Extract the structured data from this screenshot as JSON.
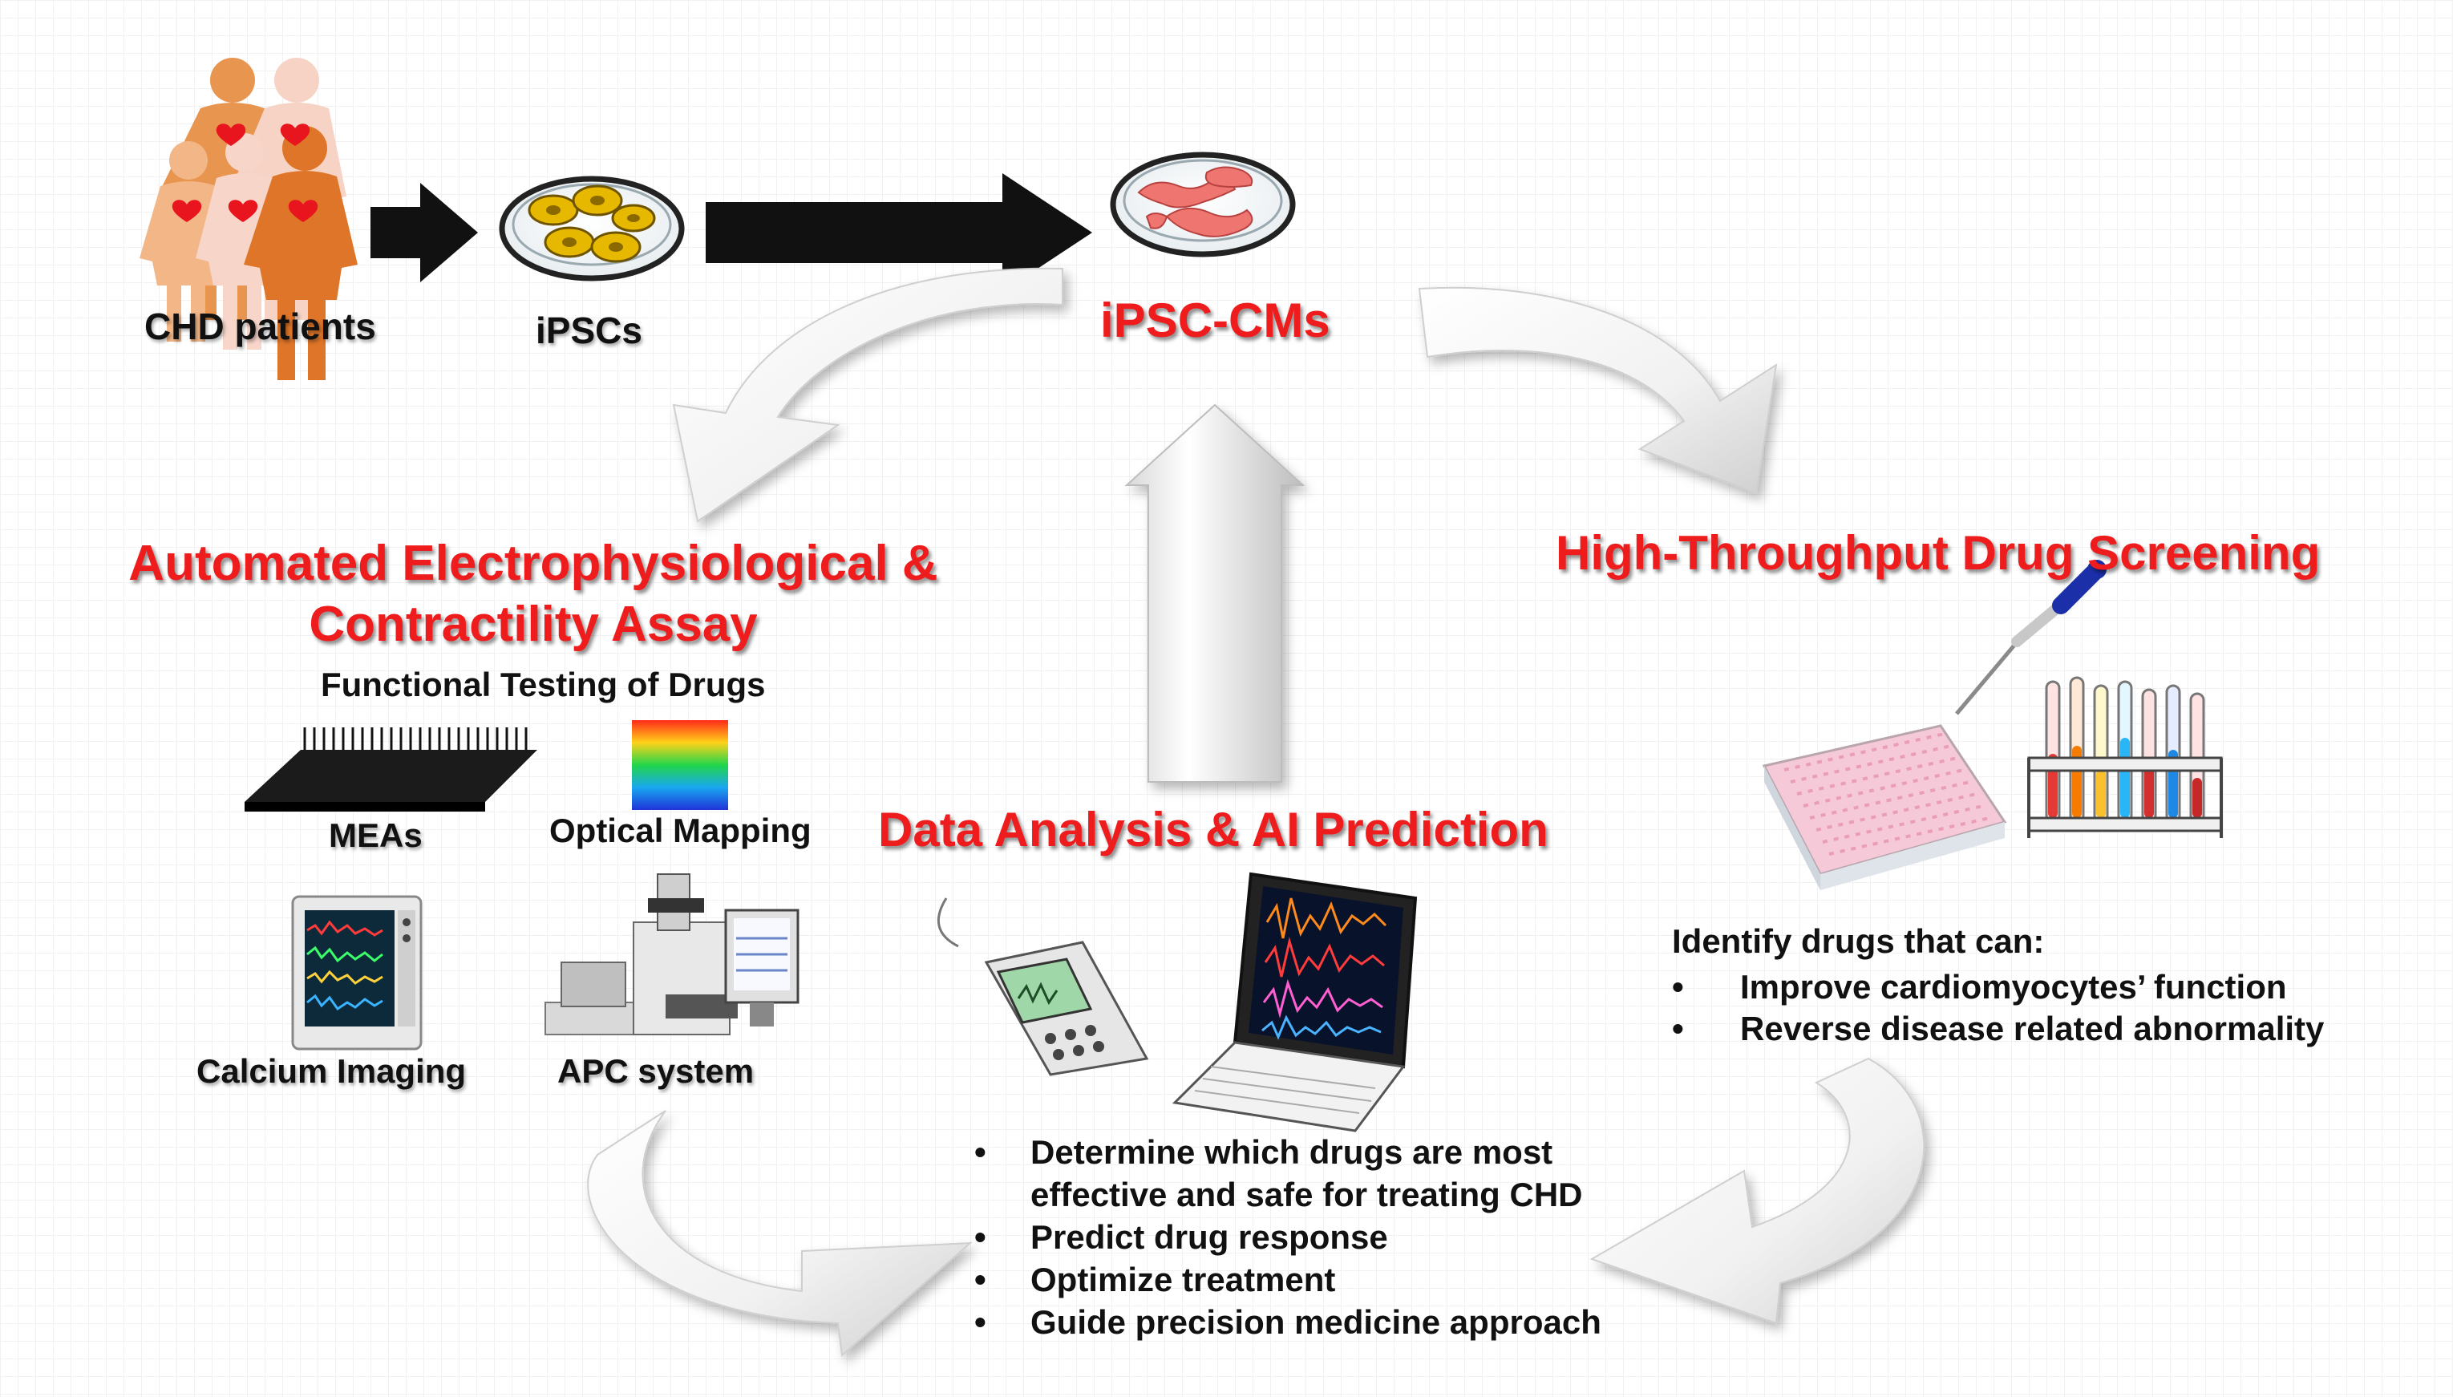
{
  "labels": {
    "chd_patients": "CHD patients",
    "ipscs": "iPSCs",
    "ipsc_cms": "iPSC-CMs",
    "automated_title_line1": "Automated Electrophysiological &",
    "automated_title_line2": "Contractility Assay",
    "functional_testing": "Functional Testing of Drugs",
    "meas": "MEAs",
    "optical_mapping": "Optical Mapping",
    "calcium_imaging": "Calcium Imaging",
    "apc_system": "APC system",
    "data_analysis_title": "Data Analysis & AI Prediction",
    "hts_title": "High-Throughput Drug Screening",
    "identify_heading": "Identify drugs that can:"
  },
  "identify_items": [
    "Improve cardiomyocytes’ function",
    "Reverse disease related abnormality"
  ],
  "analysis_items": [
    "Determine which drugs are most",
    "effective and safe for treating CHD",
    "Predict drug response",
    "Optimize treatment",
    "Guide precision medicine approach"
  ],
  "bullet_char": "•",
  "colors": {
    "title_red": "#ee1c1c",
    "patient_orange": "#e07a2a",
    "patient_light": "#f4c6b0",
    "heart": "#e8141e",
    "arrow_black": "#111111"
  },
  "icons": [
    "patients-group-icon",
    "ipsc-dish-icon",
    "cardiomyocyte-dish-icon",
    "mea-chip-icon",
    "optical-map-icon",
    "calcium-imager-icon",
    "apc-microscope-icon",
    "handheld-device-icon",
    "laptop-icon",
    "well-plate-icon",
    "pipette-icon",
    "test-tube-rack-icon"
  ]
}
